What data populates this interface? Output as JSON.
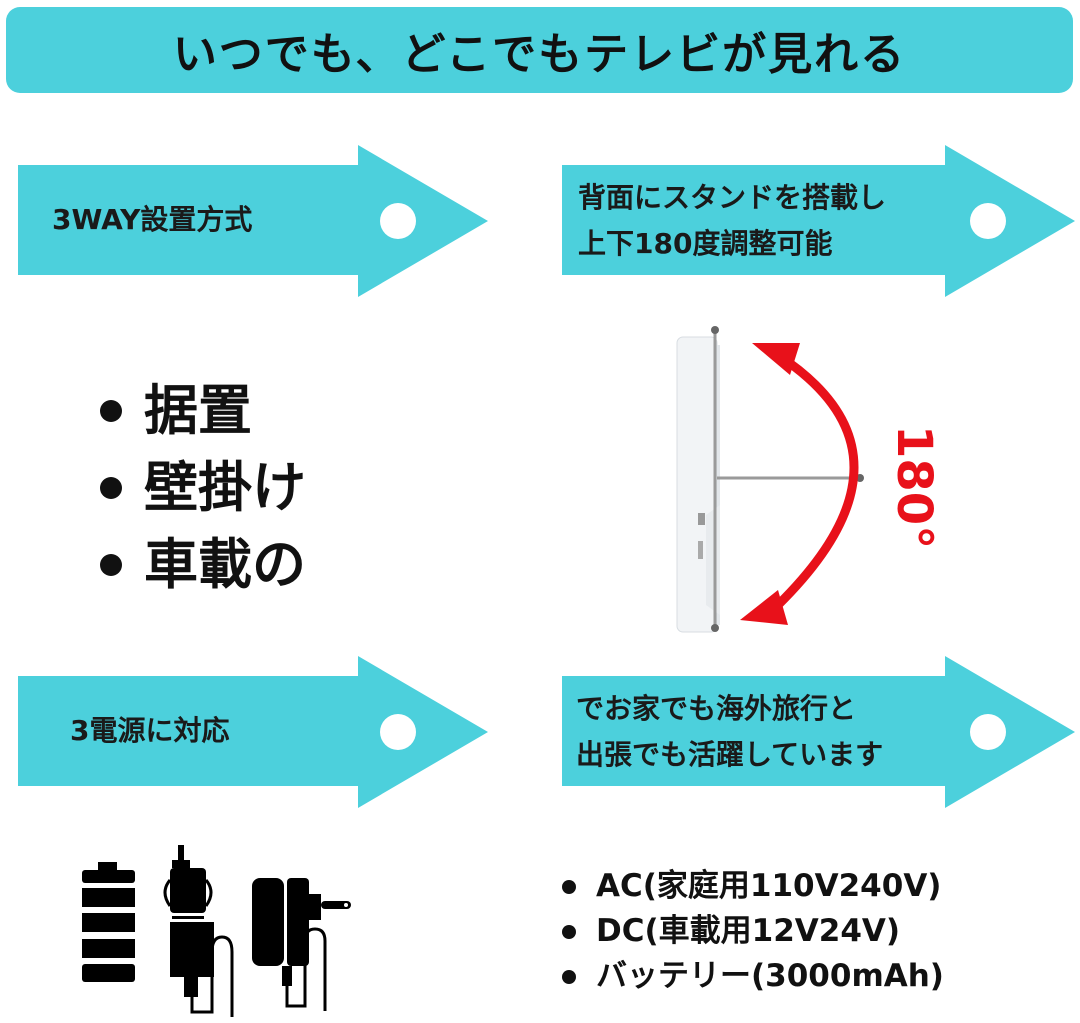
{
  "title": "いつでも、どこでもテレビが見れる",
  "colors": {
    "accent": "#4cd0dc",
    "angle_arrow": "#e8111a"
  },
  "arrows": [
    {
      "lines": [
        "3WAY設置方式"
      ]
    },
    {
      "lines": [
        "背面にスタンドを搭載し",
        "上下180度調整可能"
      ]
    },
    {
      "lines": [
        "3電源に対応"
      ]
    },
    {
      "lines": [
        "でお家でも海外旅行と",
        "出張でも活躍しています"
      ]
    }
  ],
  "install_modes": [
    "据置",
    "壁掛け",
    "車載の"
  ],
  "angle_label": "180°",
  "power_icons": [
    "battery-icon",
    "car-charger-icon",
    "ac-adapter-icon"
  ],
  "power_sources": [
    "AC(家庭用110V240V)",
    "DC(車載用12V24V)",
    "バッテリー(3000mAh)"
  ]
}
